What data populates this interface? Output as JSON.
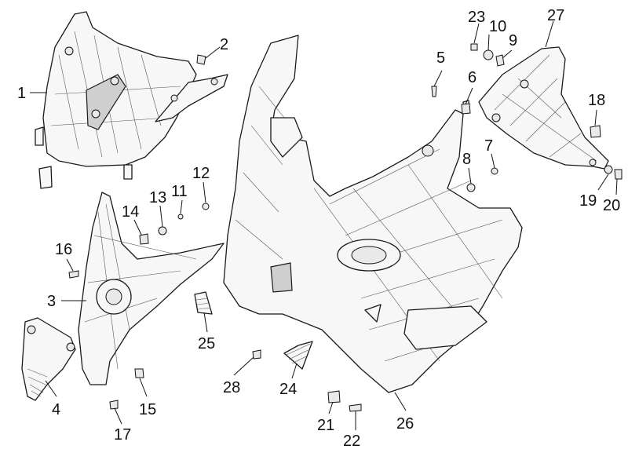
{
  "colors": {
    "stroke": "#1a1a1a",
    "fill": "#f7f7f7",
    "text": "#111111"
  },
  "callouts": [
    {
      "id": "1",
      "text": "1"
    },
    {
      "id": "2",
      "text": "2"
    },
    {
      "id": "3",
      "text": "3"
    },
    {
      "id": "4",
      "text": "4"
    },
    {
      "id": "5",
      "text": "5"
    },
    {
      "id": "6",
      "text": "6"
    },
    {
      "id": "7",
      "text": "7"
    },
    {
      "id": "8",
      "text": "8"
    },
    {
      "id": "9",
      "text": "9"
    },
    {
      "id": "10",
      "text": "10"
    },
    {
      "id": "11",
      "text": "11"
    },
    {
      "id": "12",
      "text": "12"
    },
    {
      "id": "13",
      "text": "13"
    },
    {
      "id": "14",
      "text": "14"
    },
    {
      "id": "15",
      "text": "15"
    },
    {
      "id": "16",
      "text": "16"
    },
    {
      "id": "17",
      "text": "17"
    },
    {
      "id": "18",
      "text": "18"
    },
    {
      "id": "19",
      "text": "19"
    },
    {
      "id": "20",
      "text": "20"
    },
    {
      "id": "21",
      "text": "21"
    },
    {
      "id": "22",
      "text": "22"
    },
    {
      "id": "23",
      "text": "23"
    },
    {
      "id": "24",
      "text": "24"
    },
    {
      "id": "25",
      "text": "25"
    },
    {
      "id": "26",
      "text": "26"
    },
    {
      "id": "27",
      "text": "27"
    },
    {
      "id": "28",
      "text": "28"
    }
  ]
}
